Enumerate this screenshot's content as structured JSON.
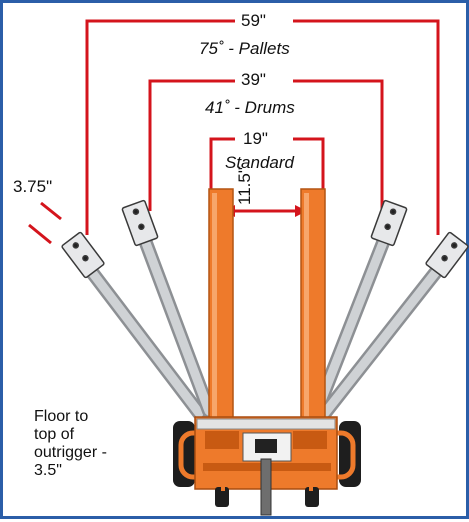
{
  "dimensions": {
    "wide": {
      "value": "59\"",
      "caption": "75˚ - Pallets"
    },
    "medium": {
      "value": "39\"",
      "caption": "41˚ - Drums"
    },
    "standard": {
      "value": "19\"",
      "caption": "Standard"
    },
    "inner_gap": "11.5\"",
    "foot_width": "3.75\""
  },
  "floor_note": [
    "Floor to",
    "top of",
    "outrigger -",
    "3.5\""
  ],
  "colors": {
    "border": "#2b5ea8",
    "dimension_line": "#d4141c",
    "frame_orange": "#ee7a2b",
    "frame_dark_orange": "#c85a12",
    "arm_gray": "#b9bcc0",
    "steel_dark": "#2a2a2a"
  }
}
